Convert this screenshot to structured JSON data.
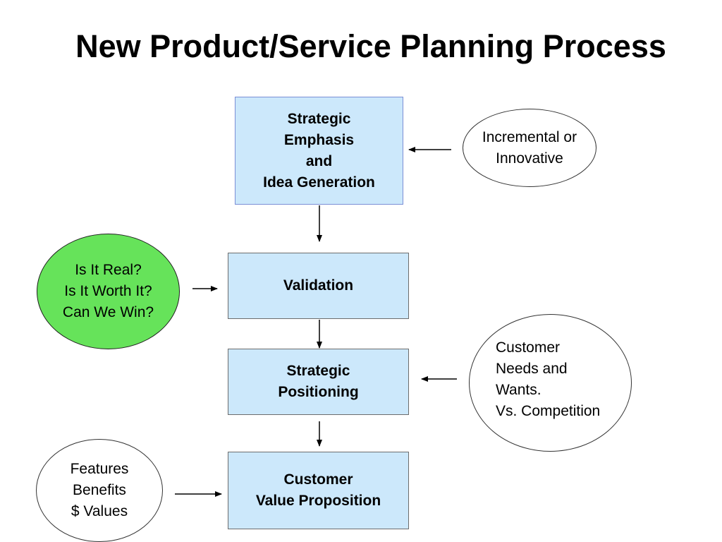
{
  "title": "New Product/Service Planning Process",
  "colors": {
    "process_box_fill": "#cce8fb",
    "highlight_ellipse_fill": "#66e35a",
    "ellipse_fill": "#ffffff",
    "arrow": "#000000"
  },
  "process_boxes": [
    {
      "lines": [
        "Strategic",
        "Emphasis",
        "and",
        "Idea Generation"
      ]
    },
    {
      "lines": [
        "Validation"
      ]
    },
    {
      "lines": [
        "Strategic",
        "Positioning"
      ]
    },
    {
      "lines": [
        "Customer",
        "Value Proposition"
      ]
    }
  ],
  "inputs": [
    {
      "lines": [
        "Incremental or",
        "Innovative"
      ],
      "feeds": "Strategic Emphasis and Idea Generation"
    },
    {
      "lines": [
        "Is It Real?",
        "Is It Worth It?",
        "Can We Win?"
      ],
      "feeds": "Validation"
    },
    {
      "lines": [
        "Customer",
        "Needs and",
        "Wants.",
        "Vs. Competition"
      ],
      "feeds": "Strategic Positioning"
    },
    {
      "lines": [
        "Features",
        "Benefits",
        "$ Values"
      ],
      "feeds": "Customer Value Proposition"
    }
  ]
}
